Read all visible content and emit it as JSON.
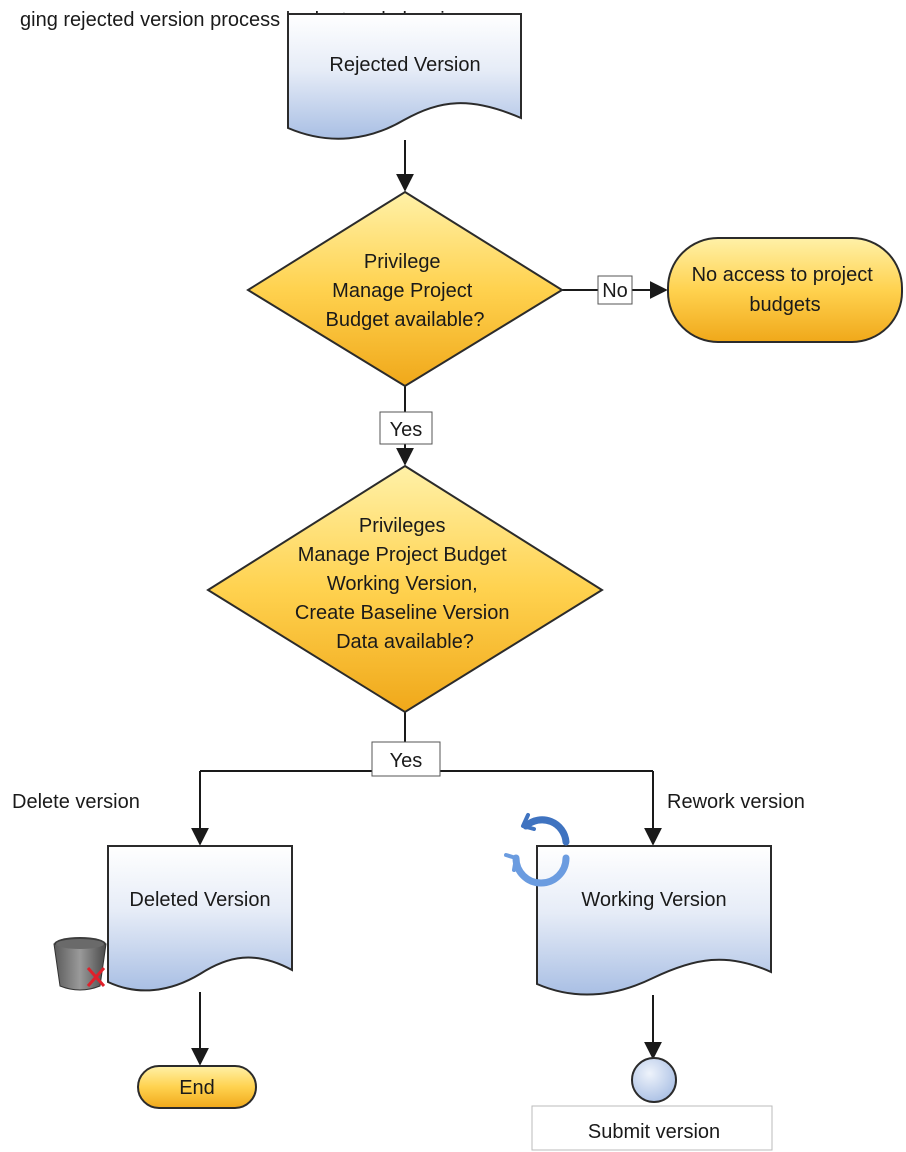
{
  "header_partial_text": "ging rejected version process budget and planning",
  "nodes": {
    "rejected_version": "Rejected Version",
    "privilege_check": [
      "Privilege",
      "Manage Project",
      "Budget available?"
    ],
    "no_access": [
      "No access to project",
      "budgets"
    ],
    "privileges_check": [
      "Privileges",
      "Manage Project Budget",
      "Working Version,",
      "Create Baseline Version",
      "Data available?"
    ],
    "deleted_version": "Deleted Version",
    "working_version": "Working Version",
    "end": "End",
    "submit_version": "Submit version"
  },
  "edges": {
    "no": "No",
    "yes_1": "Yes",
    "yes_2": "Yes",
    "delete_version": "Delete version",
    "rework_version": "Rework version"
  },
  "icons": [
    "trash-delete-icon",
    "refresh-cycle-icon"
  ],
  "colors": {
    "doc_fill_top": "#ffffff",
    "doc_fill_bottom": "#a9bfe4",
    "doc_stroke": "#2b2b2b",
    "diamond_fill_top": "#ffe27a",
    "diamond_fill_bottom": "#f0a81a",
    "circle_fill": "#c8d6f0",
    "line": "#1a1a1a"
  }
}
